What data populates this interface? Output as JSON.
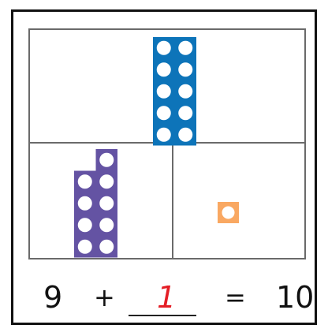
{
  "colors": {
    "whole_rod": "#0d74b9",
    "part_rod": "#6453a3",
    "single_cube": "#f9a862",
    "answer": "#e41e26"
  },
  "bar_model": {
    "whole": {
      "value": 10,
      "rod_color_name": "blue",
      "shape": "ten-rod"
    },
    "part_left": {
      "value": 9,
      "rod_color_name": "purple",
      "shape": "nine-rod"
    },
    "part_right": {
      "value": 1,
      "rod_color_name": "orange",
      "shape": "one-cube"
    }
  },
  "equation": {
    "addend_a": "9",
    "plus": "+",
    "answer": "1",
    "equals": "=",
    "total": "10"
  }
}
